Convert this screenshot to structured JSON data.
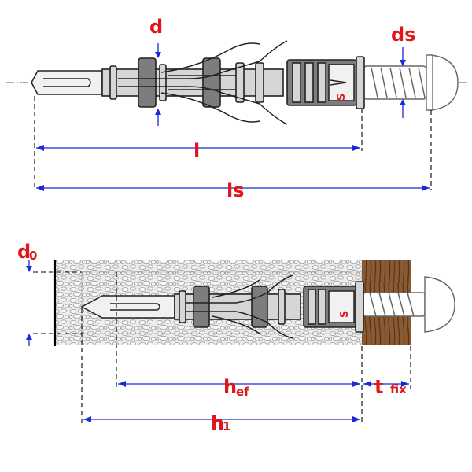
{
  "labels": {
    "d": "d",
    "ds": "ds",
    "l": "l",
    "ls": "ls",
    "d0": "d",
    "d0_sub": "0",
    "hef": "h",
    "hef_sub": "ef",
    "tfix": "t",
    "tfix_sub": "fix",
    "h1": "h",
    "h1_sub": "1",
    "marking": "S"
  },
  "colors": {
    "label": "#e0161c",
    "dimension": "#1a2ad8",
    "axis": "#1d8a2a",
    "wood": "#8a5a33",
    "masonry": "#e7e7e7"
  }
}
